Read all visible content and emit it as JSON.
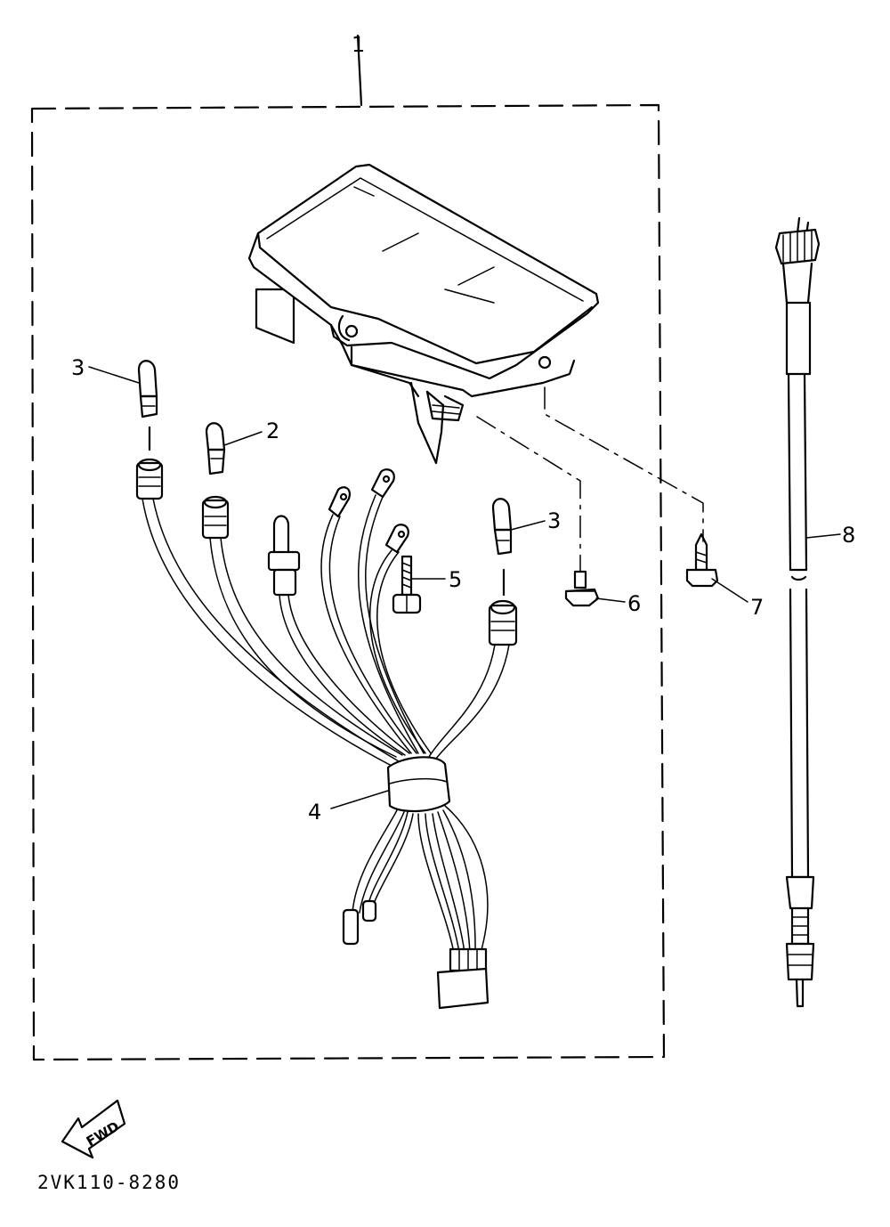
{
  "callouts": {
    "c1": "1",
    "c2": "2",
    "c3a": "3",
    "c3b": "3",
    "c4": "4",
    "c5": "5",
    "c6": "6",
    "c7": "7",
    "c8": "8"
  },
  "direction_label": "FWD",
  "drawing_code": "2VK110-8280"
}
